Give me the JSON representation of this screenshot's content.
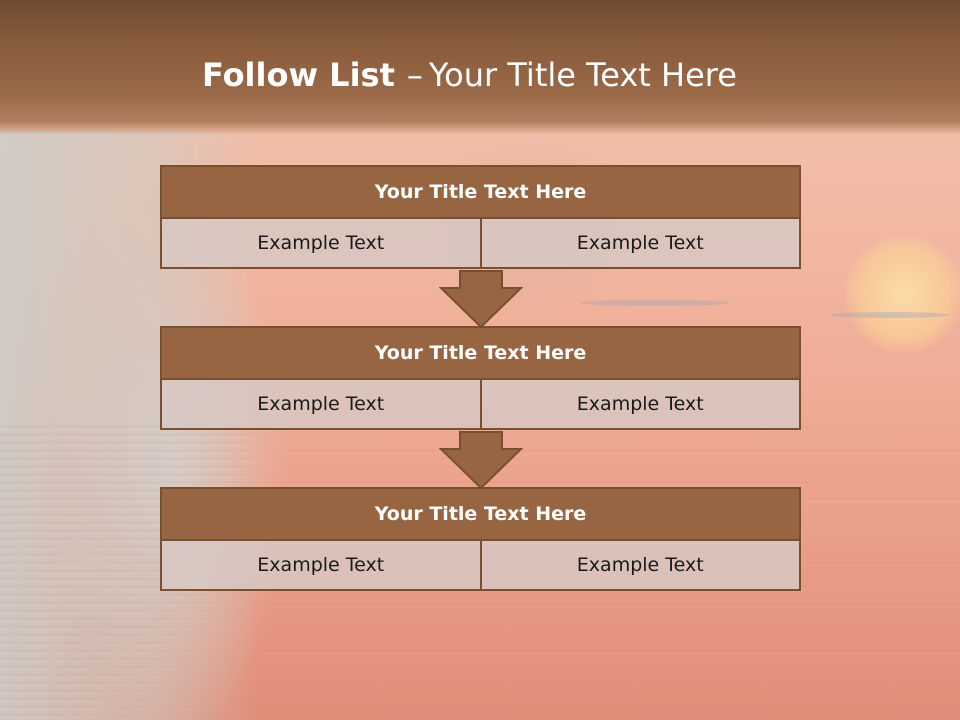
{
  "slide": {
    "title_bold": "Follow List",
    "title_dash": "–",
    "title_rest": "Your Title Text Here"
  },
  "blocks": [
    {
      "title": "Your Title Text Here",
      "left": "Example Text",
      "right": "Example Text"
    },
    {
      "title": "Your Title Text Here",
      "left": "Example Text",
      "right": "Example Text"
    },
    {
      "title": "Your Title Text Here",
      "left": "Example Text",
      "right": "Example Text"
    }
  ],
  "colors": {
    "header_bar": "#976542",
    "border": "#7a4f30",
    "cell_fill": "#d7c8c3",
    "title_text": "#ffffff"
  },
  "icons": [
    "down-arrow-icon",
    "down-arrow-icon"
  ]
}
